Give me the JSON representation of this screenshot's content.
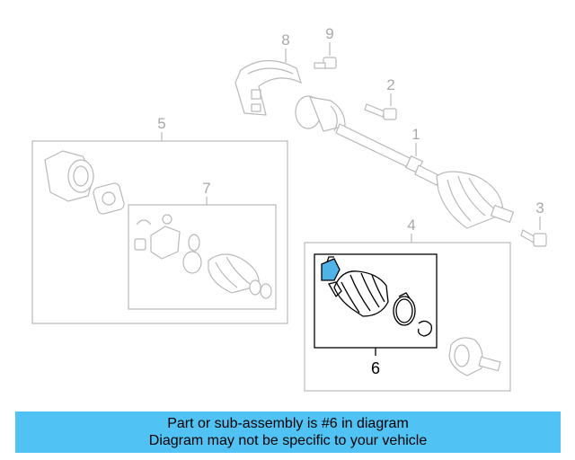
{
  "callouts": {
    "c1": "1",
    "c2": "2",
    "c3": "3",
    "c4": "4",
    "c5": "5",
    "c6": "6",
    "c7": "7",
    "c8": "8",
    "c9": "9"
  },
  "banner": {
    "line1": "Part or sub-assembly is #6 in diagram",
    "line2": "Diagram may not be specific to your vehicle",
    "background": "#51c2f4"
  },
  "colors": {
    "ghost_lines": "#b9b9b9",
    "highlight_part": "#4fb3e8"
  }
}
